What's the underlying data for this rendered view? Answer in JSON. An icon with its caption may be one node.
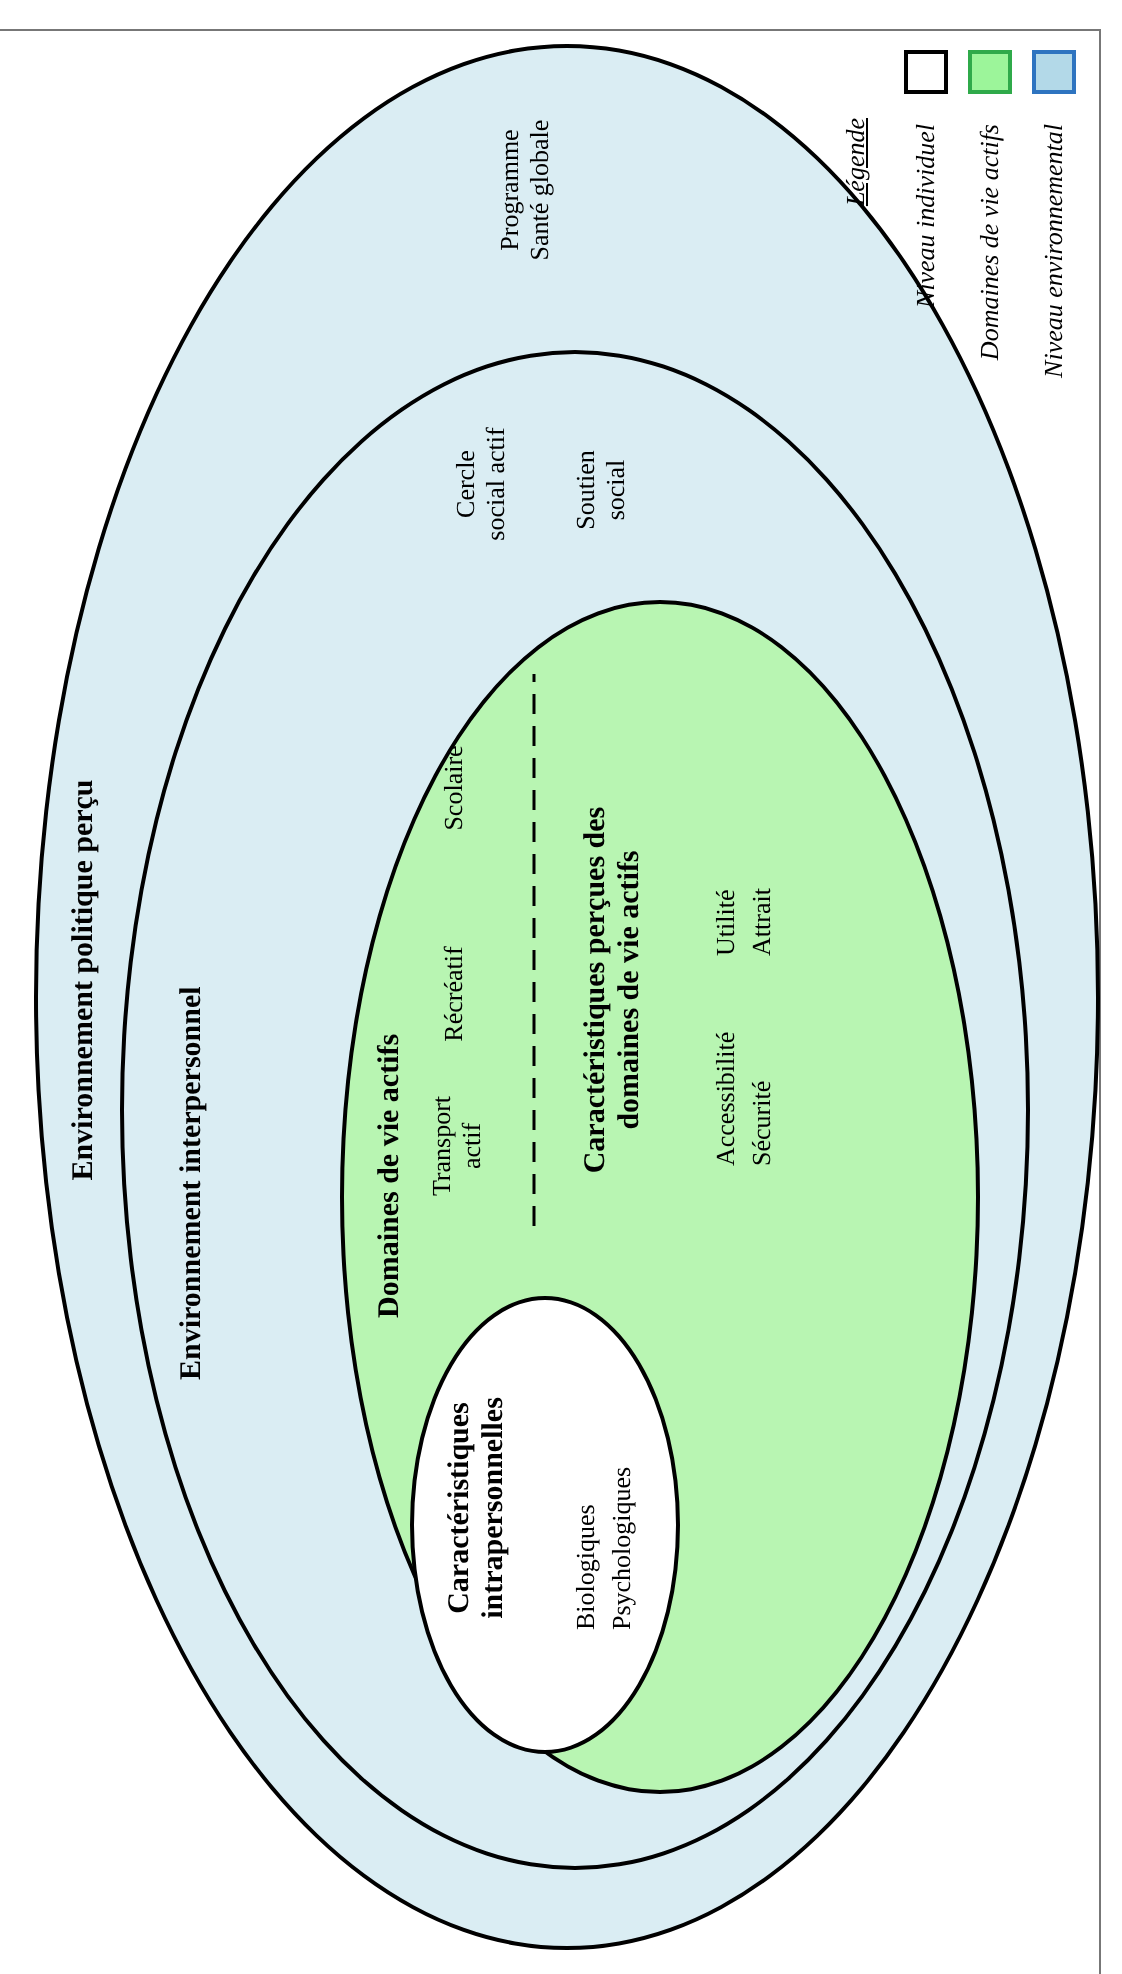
{
  "diagram": {
    "nodes": [
      {
        "text": [
          "Environnement politique perçu",
          "Programme Santé globale"
        ]
      },
      {
        "text": [
          "Environnement interpersonnel",
          "Cercle social actif",
          "Soutien social"
        ],
        "in": 0
      },
      {
        "text": [
          "Domaines de vie actifs",
          "Transport actif",
          "Récréatif",
          "Scolaire",
          "Caractéristiques perçues des domaines de vie actifs",
          "Accessibilité",
          "Sécurité",
          "Utilité",
          "Attrait"
        ],
        "in": 1
      },
      {
        "text": [
          "Caractéristiques intrapersonnelles",
          "Biologiques",
          "Psychologiques"
        ],
        "in": 2
      }
    ],
    "labels": [
      "Légende"
    ],
    "legend": [
      {
        "text": "Niveau individuel",
        "color": "#ffffff"
      },
      {
        "text": "Domaines de vie actifs",
        "color": "#9cf59a"
      },
      {
        "text": "Niveau environnemental",
        "color": "#b3d9e8"
      }
    ]
  }
}
